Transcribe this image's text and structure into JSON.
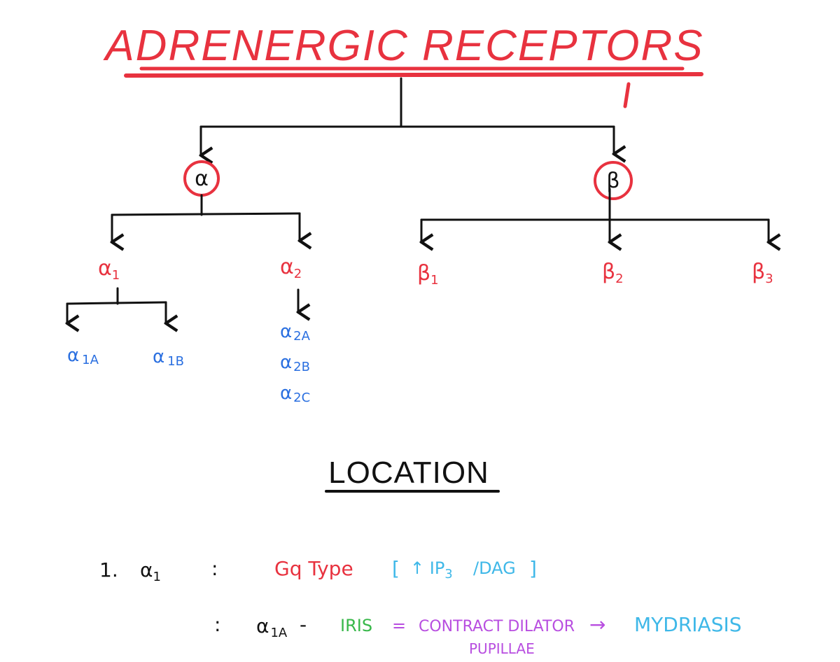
{
  "title": "ADRENERGIC  RECEPTORS",
  "colors": {
    "red": "#e8323f",
    "black": "#111111",
    "blue": "#2a6fe0",
    "cyan": "#3fb8e8",
    "green": "#38b84a",
    "purple": "#b84ee0"
  },
  "tree": {
    "alpha": "α",
    "beta": "β",
    "alpha1": {
      "base": "α",
      "sub": "1"
    },
    "alpha2": {
      "base": "α",
      "sub": "2"
    },
    "beta1": {
      "base": "β",
      "sub": "1"
    },
    "beta2": {
      "base": "β",
      "sub": "2"
    },
    "beta3": {
      "base": "β",
      "sub": "3"
    },
    "alpha1a": {
      "base": "α",
      "sub": "1A"
    },
    "alpha1b": {
      "base": "α",
      "sub": "1B"
    },
    "alpha2a": {
      "base": "α",
      "sub": "2A"
    },
    "alpha2b": {
      "base": "α",
      "sub": "2B"
    },
    "alpha2c": {
      "base": "α",
      "sub": "2C"
    }
  },
  "location": {
    "heading": "LOCATION",
    "row1": {
      "number": "1.",
      "receptor_base": "α",
      "receptor_sub": "1",
      "colon": ":",
      "type_label": "Gq  Type",
      "bracket_open": "[",
      "ip3": "↑ IP",
      "ip3_sub": "3",
      "dag": "/DAG",
      "bracket_close": "]"
    },
    "row2": {
      "colon": ":",
      "receptor_base": "α",
      "receptor_sub": "1A",
      "dash": "-",
      "iris": "IRIS",
      "equals": "=",
      "contract": "CONTRACT  DILATOR",
      "pupillae": "PUPILLAE",
      "arrow": "→",
      "mydriasis": "MYDRIASIS"
    }
  }
}
